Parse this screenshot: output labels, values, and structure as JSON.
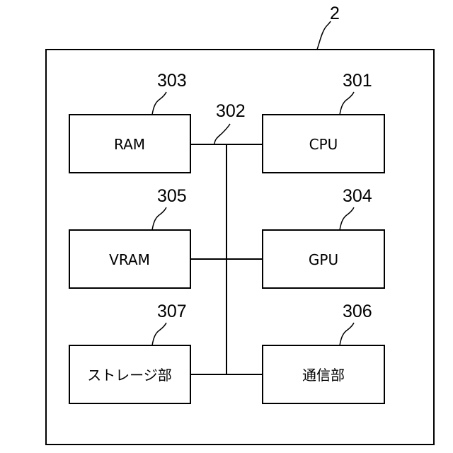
{
  "figure": {
    "device_ref": "2",
    "bus_ref": "302",
    "blocks": [
      {
        "key": "ram",
        "ref": "303",
        "label": "RAM"
      },
      {
        "key": "cpu",
        "ref": "301",
        "label": "CPU"
      },
      {
        "key": "vram",
        "ref": "305",
        "label": "VRAM"
      },
      {
        "key": "gpu",
        "ref": "304",
        "label": "GPU"
      },
      {
        "key": "storage",
        "ref": "307",
        "label": "ストレージ部"
      },
      {
        "key": "comm",
        "ref": "306",
        "label": "通信部"
      }
    ]
  }
}
